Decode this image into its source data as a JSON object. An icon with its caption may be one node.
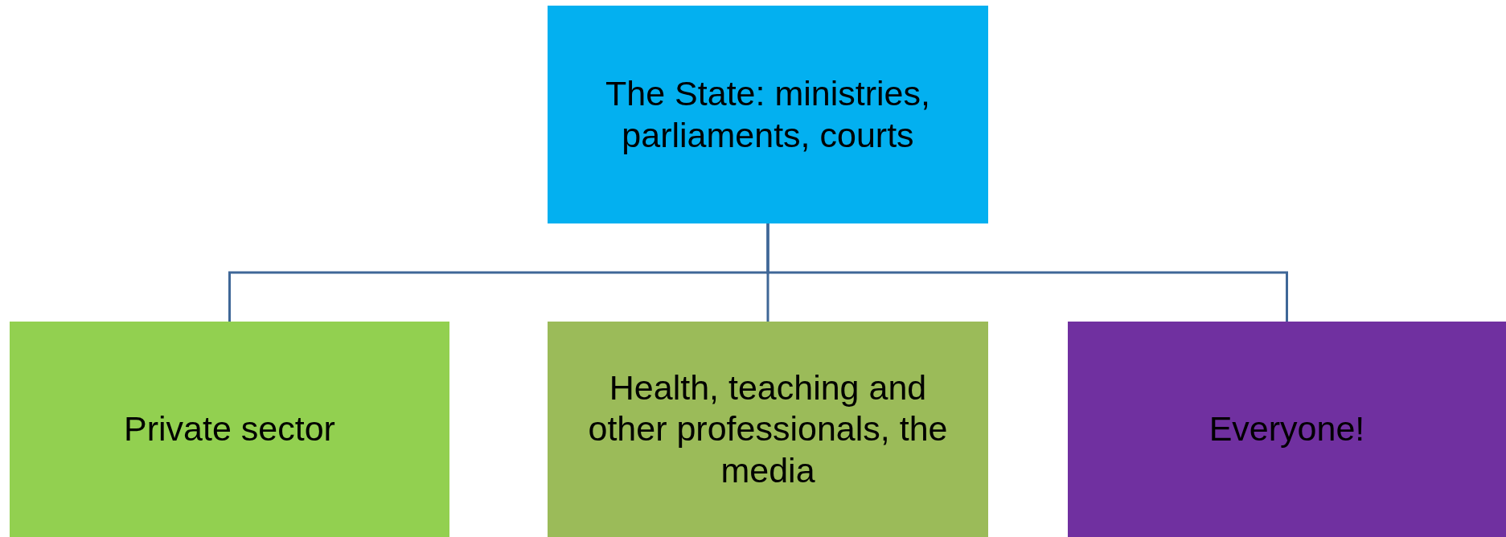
{
  "diagram": {
    "nodes": [
      {
        "text": [
          "The State: ministries, parliaments, courts"
        ]
      },
      {
        "text": [
          "Private sector"
        ]
      },
      {
        "text": [
          "Health, teaching and other professionals, the media"
        ]
      },
      {
        "text": [
          "Everyone!"
        ]
      }
    ],
    "edges": [
      {
        "from": 0,
        "to": 1,
        "arrow": "none"
      },
      {
        "from": 0,
        "to": 2,
        "arrow": "none"
      },
      {
        "from": 0,
        "to": 3,
        "arrow": "none"
      }
    ]
  }
}
